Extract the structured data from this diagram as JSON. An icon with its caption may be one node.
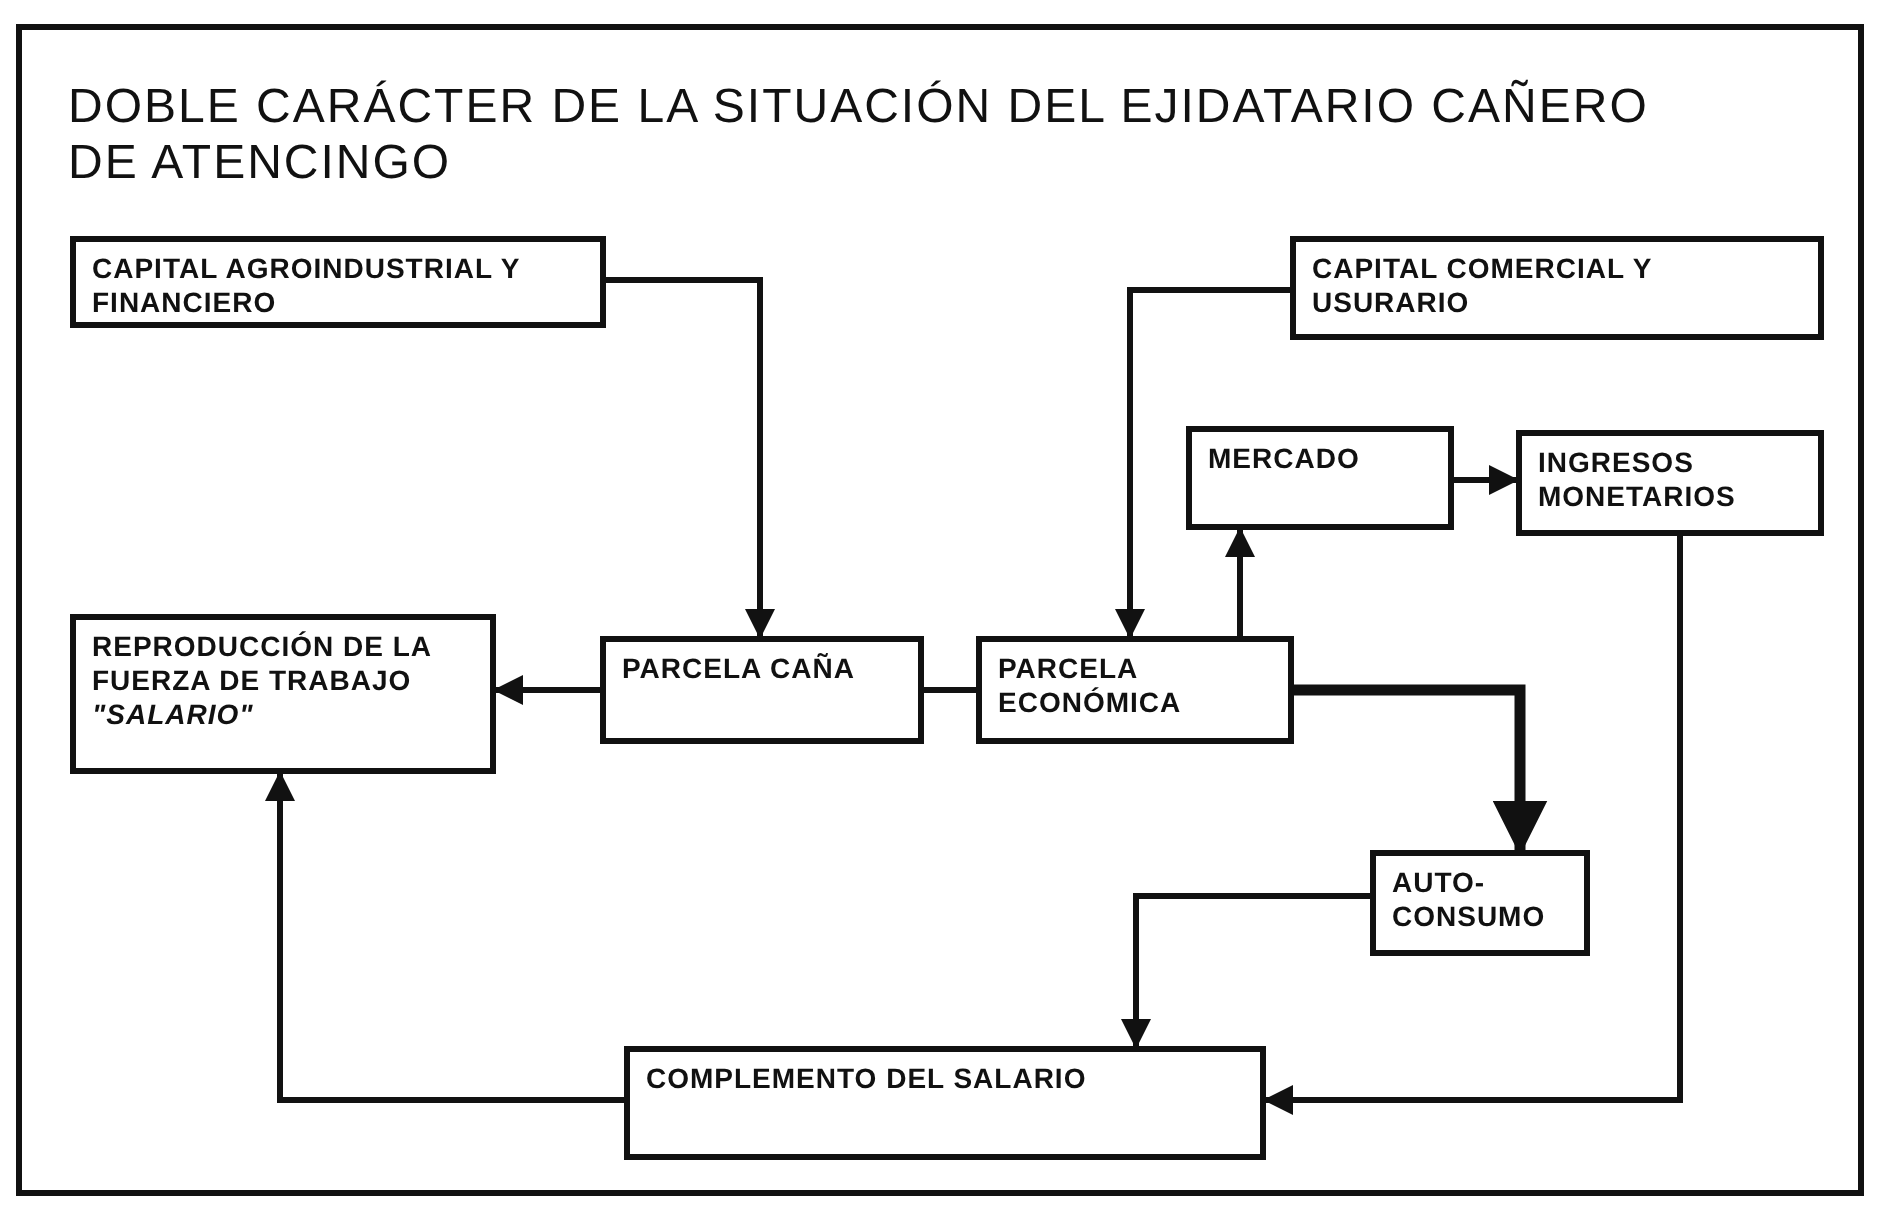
{
  "diagram": {
    "title": "DOBLE CARÁCTER DE LA SITUACIÓN DEL EJIDATARIO CAÑERO DE ATENCINGO",
    "nodes": [
      {
        "text": [
          "CAPITAL AGROINDUSTRIAL Y FINANCIERO"
        ]
      },
      {
        "text": [
          "CAPITAL COMERCIAL Y USURARIO"
        ]
      },
      {
        "text": [
          "MERCADO"
        ]
      },
      {
        "text": [
          "INGRESOS MONETARIOS"
        ]
      },
      {
        "text": [
          "REPRODUCCIÓN DE LA FUERZA DE TRABAJO *\"SALARIO\"*"
        ]
      },
      {
        "text": [
          "PARCELA CAÑA"
        ]
      },
      {
        "text": [
          "PARCELA ECONÓMICA"
        ]
      },
      {
        "text": [
          "AUTO- CONSUMO"
        ]
      },
      {
        "text": [
          "COMPLEMENTO DEL SALARIO"
        ]
      }
    ],
    "edges": [
      {
        "from": 0,
        "to": 5,
        "arrow": "to"
      },
      {
        "from": 1,
        "to": 6,
        "arrow": "to"
      },
      {
        "from": 6,
        "to": 2,
        "arrow": "to"
      },
      {
        "from": 2,
        "to": 3,
        "arrow": "to"
      },
      {
        "from": 5,
        "to": 4,
        "arrow": "to"
      },
      {
        "from": 5,
        "to": 6,
        "arrow": "none"
      },
      {
        "from": 6,
        "to": 7,
        "arrow": "to",
        "style": "thick"
      },
      {
        "from": 3,
        "to": 8,
        "arrow": "to"
      },
      {
        "from": 7,
        "to": 8,
        "arrow": "to"
      },
      {
        "from": 8,
        "to": 4,
        "arrow": "to"
      }
    ]
  }
}
